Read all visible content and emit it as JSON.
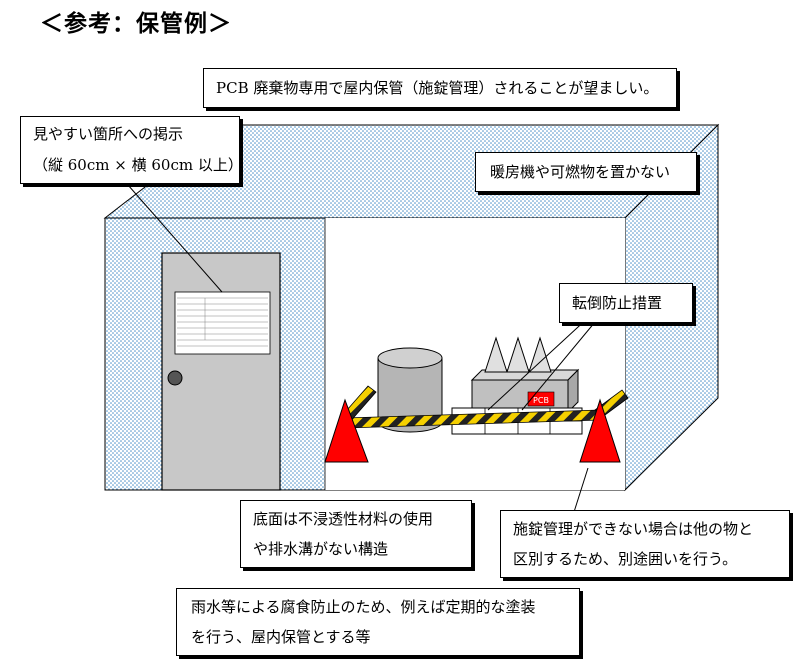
{
  "title": "＜参考：保管例＞",
  "callouts": {
    "dedicated_storage": "PCB 廃棄物専用で屋内保管（施錠管理）されることが望ましい。",
    "sign_line1": "見やすい箇所への掲示",
    "sign_line2": "（縦 60cm × 横 60cm 以上）",
    "no_heaters": "暖房機や可燃物を置かない",
    "anti_tipping": "転倒防止措置",
    "floor_line1": "底面は不浸透性材料の使用",
    "floor_line2": "や排水溝がない構造",
    "lock_line1": "施錠管理ができない場合は他の物と",
    "lock_line2": "区別するため、別途囲いを行う。",
    "rain_line1": "雨水等による腐食防止のため、例えば定期的な塗装",
    "rain_line2": "を行う、屋内保管とする等"
  },
  "label_tag": "PCB",
  "colors": {
    "wall_hatch": "#4a90c8",
    "cone": "#ff0000",
    "barrier_yellow": "#f5d000",
    "door": "#c8c8c8"
  }
}
